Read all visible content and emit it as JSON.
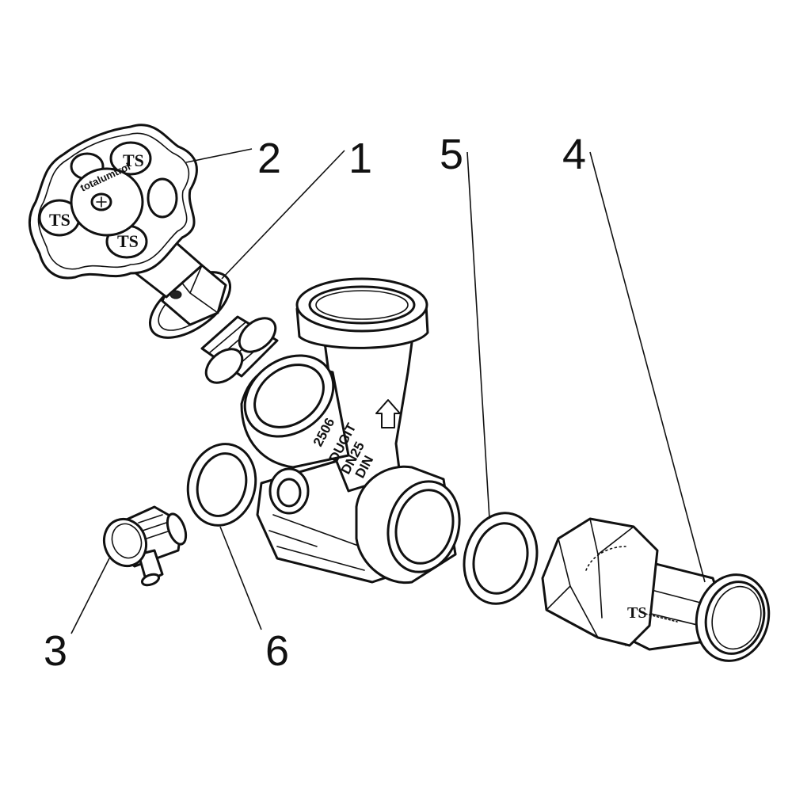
{
  "callouts": {
    "c1": "1",
    "c2": "2",
    "c3": "3",
    "c4": "4",
    "c5": "5",
    "c6": "6"
  },
  "body_markings": {
    "line1": "2506",
    "line2": "DUGIT",
    "line3": "DN25",
    "line4": "DIN"
  },
  "handwheel_text": "totalumtrol",
  "logo_mark": "TS",
  "icons": {
    "flow_arrow": "flow-direction-arrow-icon"
  }
}
